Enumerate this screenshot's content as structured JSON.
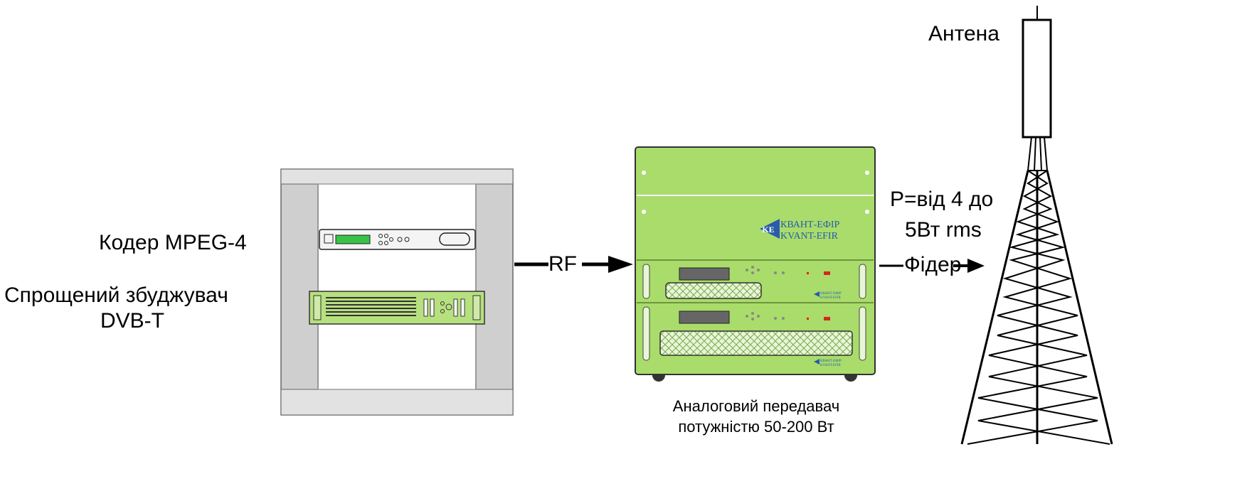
{
  "labels": {
    "encoder": "Кодер MPEG-4",
    "exciter_line1": "Спрощений збуджувач",
    "exciter_line2": "DVB-T",
    "rf": "RF",
    "feeder": "Фідер",
    "power_line1": "P=від 4 до",
    "power_line2": "5Вт rms",
    "antenna": "Антена",
    "transmitter_line1": "Аналоговий передавач",
    "transmitter_line2": "потужністю 50-200 Вт"
  },
  "brand": {
    "name_cyrillic": "КВАНТ-ЕФІР",
    "name_latin": "KVANT-EFIR",
    "logo_letters": "KE"
  },
  "colors": {
    "transmitter_green": "#a9dc6a",
    "rack_gray": "#c8c8c8",
    "exciter_green": "#b7e07f",
    "brand_blue": "#2a5caa",
    "encoder_display": "#37c24a"
  }
}
